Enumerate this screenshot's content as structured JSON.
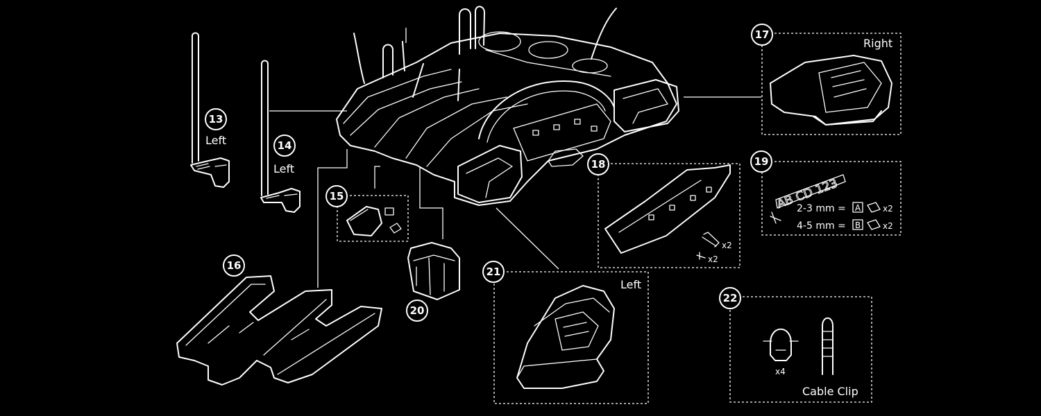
{
  "callouts": {
    "p13": {
      "num": "13",
      "side": "Left"
    },
    "p14": {
      "num": "14",
      "side": "Left"
    },
    "p15": {
      "num": "15"
    },
    "p16": {
      "num": "16"
    },
    "p17": {
      "num": "17",
      "side": "Right"
    },
    "p18": {
      "num": "18",
      "qty_bolt": "x2",
      "qty_screw": "x2"
    },
    "p19": {
      "num": "19",
      "plate": "AB CD 123",
      "row1": {
        "thickness": "2-3 mm =",
        "code": "A",
        "qty": "x2"
      },
      "row2": {
        "thickness": "4-5 mm =",
        "code": "B",
        "qty": "x2"
      }
    },
    "p20": {
      "num": "20"
    },
    "p21": {
      "num": "21",
      "side": "Left"
    },
    "p22": {
      "num": "22",
      "qty": "x4",
      "caption": "Cable Clip"
    }
  },
  "colors": {
    "background": "#000000",
    "line": "#ffffff"
  }
}
